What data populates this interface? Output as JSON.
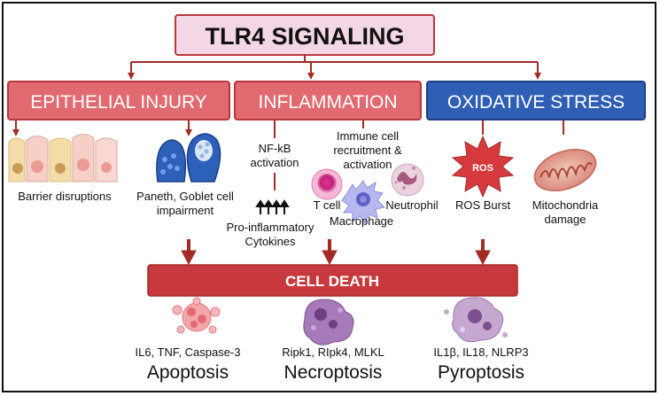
{
  "title": "TLR4 SIGNALING",
  "categories": {
    "epithelial": "EPITHELIAL INJURY",
    "inflammation": "INFLAMMATION",
    "oxidative": "OXIDATIVE STRESS"
  },
  "epithelial": {
    "barrier": "Barrier disruptions",
    "paneth_line1": "Paneth, Goblet cell",
    "paneth_line2": "impairment"
  },
  "inflammation": {
    "nfkb_line1": "NF-kB",
    "nfkb_line2": "activation",
    "immune_line1": "Immune cell",
    "immune_line2": "recruitment &",
    "immune_line3": "activation",
    "cyto_line1": "Pro-inflammatory",
    "cyto_line2": "Cytokines",
    "tcell": "T cell",
    "macrophage": "Macrophage",
    "neutrophil": "Neutrophil"
  },
  "oxidative": {
    "ros_badge": "ROS",
    "ros_burst": "ROS Burst",
    "mito_line1": "Mitochondria",
    "mito_line2": "damage"
  },
  "cell_death": "CELL DEATH",
  "outcomes": [
    {
      "markers": "IL6, TNF, Caspase-3",
      "name": "Apoptosis"
    },
    {
      "markers": "Ripk1, RIpk4, MLKL",
      "name": "Necroptosis"
    },
    {
      "markers": "IL1β, IL18, NLRP3",
      "name": "Pyroptosis"
    }
  ],
  "colors": {
    "title_bg": "#f3d7e4",
    "title_border": "#b8363f",
    "red_box": "#e06a6f",
    "red_border": "#b8363f",
    "blue_box": "#2f5fb5",
    "cell_death_box": "#c8393d",
    "arrow": "#a32a26"
  }
}
